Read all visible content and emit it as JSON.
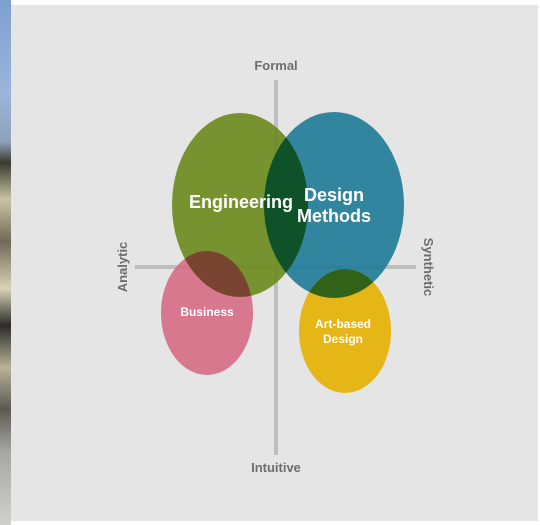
{
  "axes": {
    "top": "Formal",
    "bottom": "Intuitive",
    "left": "Analytic",
    "right": "Synthetic",
    "color": "#bdbebe",
    "label_color": "#6e6e6e"
  },
  "circles": {
    "engineering": {
      "label": "Engineering",
      "color": "#6a8a1c"
    },
    "design_methods": {
      "label_line1": "Design",
      "label_line2": "Methods",
      "color": "#1d7a96"
    },
    "business": {
      "label": "Business",
      "color": "#d56c84"
    },
    "art_based_design": {
      "label_line1": "Art-based",
      "label_line2": "Design",
      "color": "#e6b000"
    }
  },
  "colors": {
    "panel_background": "#e4e5e4"
  }
}
